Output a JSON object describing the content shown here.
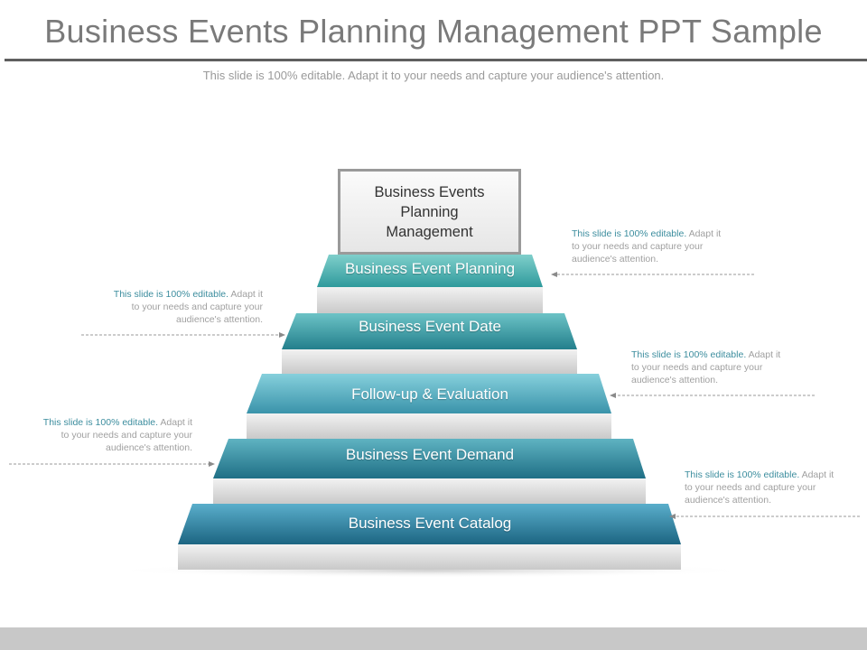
{
  "title": "Business Events Planning Management PPT Sample",
  "subtitle": "This slide is 100% editable. Adapt it to your needs and capture your audience's attention.",
  "top_box": "Business Events Planning Management",
  "steps": [
    {
      "label": "Business Event Planning",
      "color": "#4bb0b0"
    },
    {
      "label": "Business Event Date",
      "color": "#3aa0a8"
    },
    {
      "label": "Follow-up & Evaluation",
      "color": "#4aabc0"
    },
    {
      "label": "Business Event Demand",
      "color": "#2f8a9c"
    },
    {
      "label": "Business Event Catalog",
      "color": "#2a7f9a"
    }
  ],
  "callouts": [
    {
      "highlight": "This slide is 100% editable.",
      "text_1": "Adapt it",
      "text_2": "to your needs and capture your",
      "text_3": "audience's attention."
    },
    {
      "highlight": "This slide is 100% editable.",
      "text_1": "Adapt it",
      "text_2": "to your needs and capture your",
      "text_3": "audience's attention."
    },
    {
      "highlight": "This slide is 100% editable.",
      "text_1": "Adapt it",
      "text_2": "to your needs and capture your",
      "text_3": "audience's attention."
    },
    {
      "highlight": "This slide is 100% editable.",
      "text_1": "Adapt it",
      "text_2": "to your needs and capture your",
      "text_3": "audience's attention."
    },
    {
      "highlight": "This slide is 100% editable.",
      "text_1": "Adapt it",
      "text_2": "to your needs and capture your",
      "text_3": "audience's attention."
    }
  ],
  "colors": {
    "title": "#7a7a7a",
    "accent_text": "#3c8d9e",
    "riser": "#d6d6d6",
    "footer": "#c8c8c8"
  }
}
